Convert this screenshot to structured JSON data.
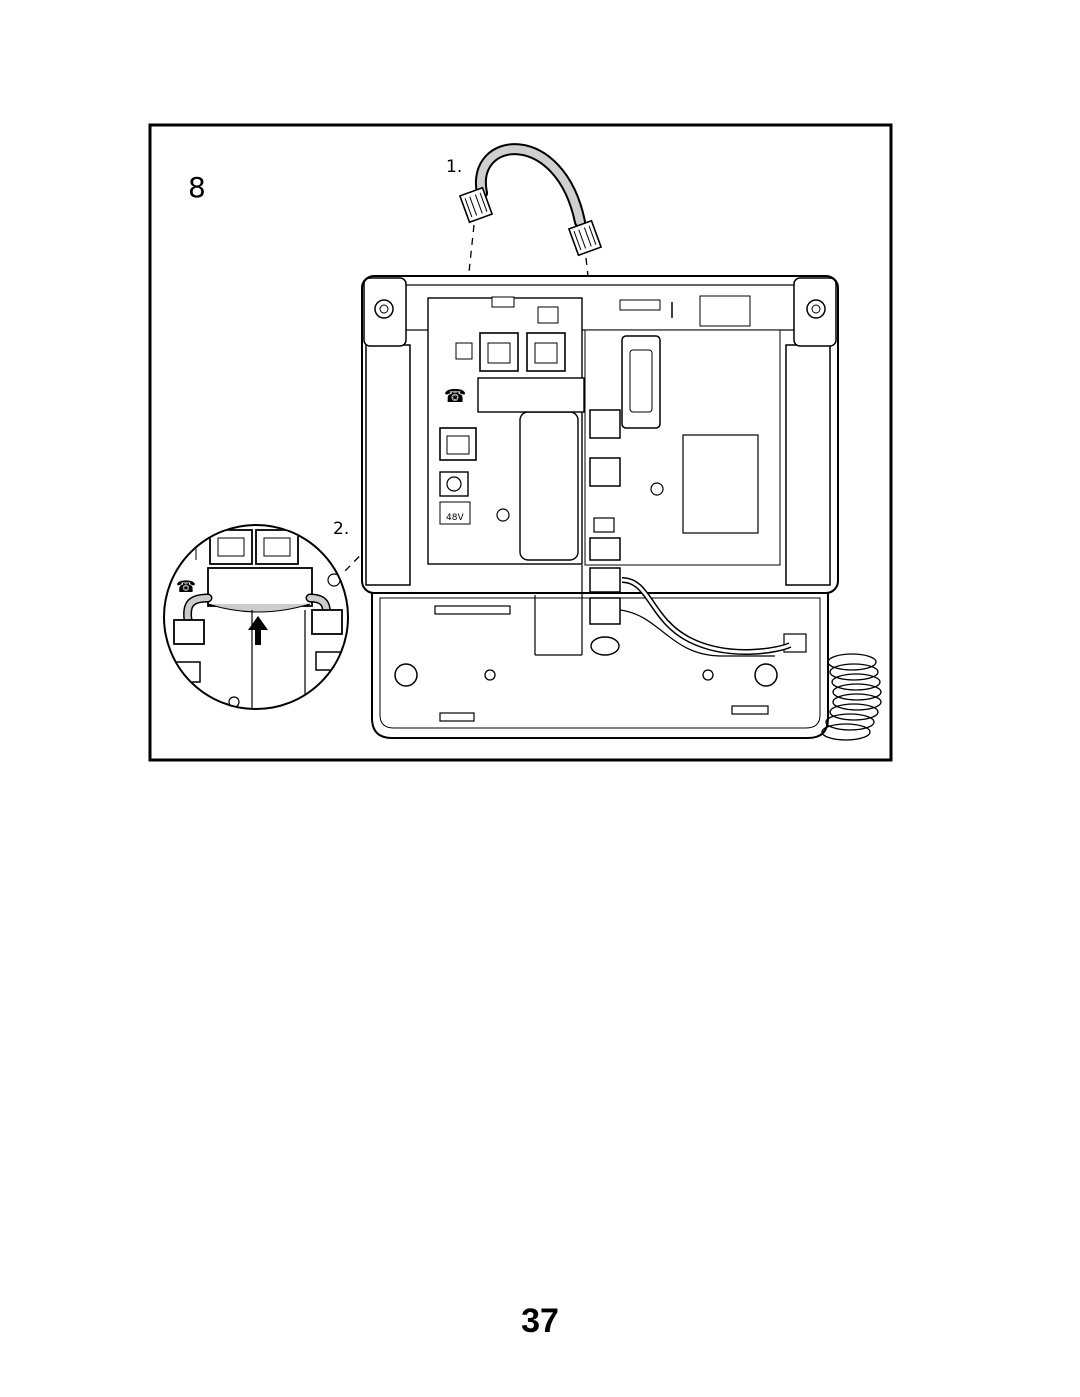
{
  "figure": {
    "step_number": "8",
    "callout_1": "1.",
    "callout_2": "2.",
    "port_voltage_label": "48V"
  },
  "page": {
    "number": "37"
  }
}
